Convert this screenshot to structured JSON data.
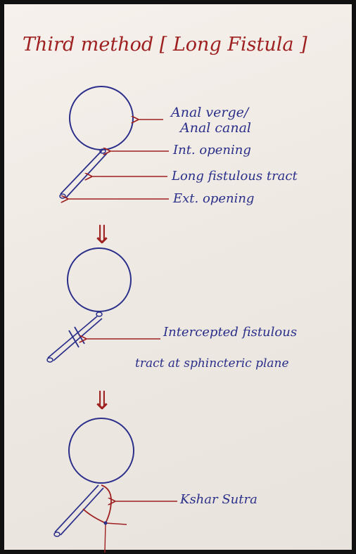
{
  "title": "Third method [ Long Fistula ]",
  "colors": {
    "ink_red": "#9e2020",
    "ink_blue": "#2a2f8a",
    "paper": "#f1ebe5"
  },
  "stage1": {
    "labels": {
      "anal_verge_line1": "Anal verge/",
      "anal_verge_line2": "Anal canal",
      "internal_opening": "Int. opening",
      "tract": "Long fistulous tract",
      "external_opening": "Ext. opening"
    }
  },
  "stage2": {
    "label_line1": "Intercepted fistulous",
    "label_line2": "tract at sphincteric plane"
  },
  "stage3": {
    "label": "Kshar Sutra"
  },
  "arrows": {
    "down_symbol": "⇓"
  }
}
